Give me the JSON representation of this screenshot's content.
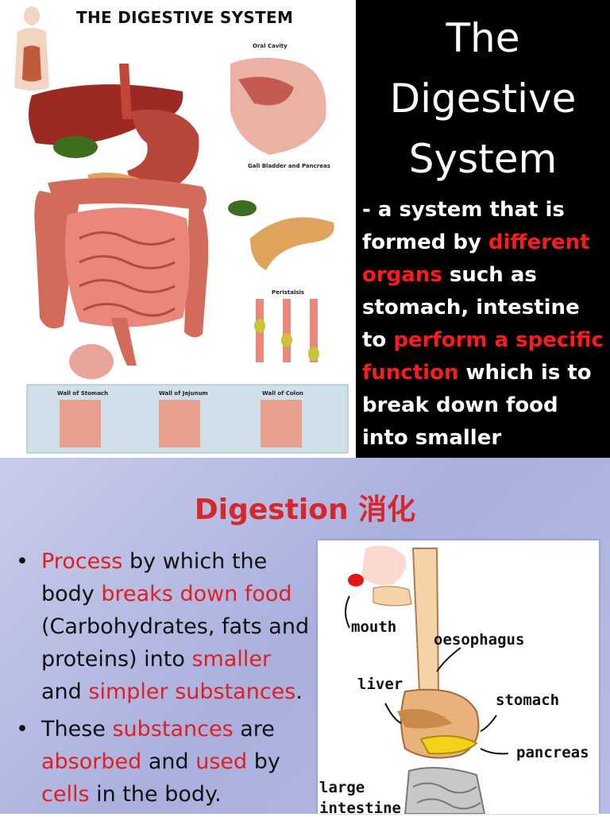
{
  "top_poster": {
    "title": "THE DIGESTIVE SYSTEM",
    "oral_cavity": "Oral Cavity",
    "gall_bladder": "Gall Bladder and Pancreas",
    "peristalsis": "Peristalsis",
    "wall_stomach": "Wall of Stomach",
    "wall_jejunum": "Wall of Jejunum",
    "wall_colon": "Wall of Colon"
  },
  "slide_title": [
    "The",
    "Digestive",
    "System"
  ],
  "description": {
    "part1": "- a system that is formed by ",
    "red1": "different organs",
    "part2": " such as stomach, intestine to ",
    "red2": "perform a specific function",
    "part3": " which is to break down food into smaller substances"
  },
  "section": {
    "title": "Digestion 消化"
  },
  "bullets": {
    "b1": {
      "dot": "•",
      "r1": " Process",
      "t1": " by which the body ",
      "r2": "breaks down food",
      "t2": " (Carbohydrates, fats and proteins) into ",
      "r3": "smaller",
      "t3": " and ",
      "r4": "simpler substances",
      "t4": "."
    },
    "b2": {
      "dot": "•",
      "t1": "These ",
      "r1": "substances",
      "t2": " are ",
      "r2": "absorbed",
      "t3": " and ",
      "r3": "used",
      "t4": " by ",
      "r4": "cells",
      "t5": " in the body."
    }
  },
  "diagram_labels": {
    "mouth": "mouth",
    "oesophagus": "oesophagus",
    "liver": "liver",
    "stomach": "stomach",
    "pancreas": "pancreas",
    "large": "large",
    "intestine": "intestine"
  }
}
